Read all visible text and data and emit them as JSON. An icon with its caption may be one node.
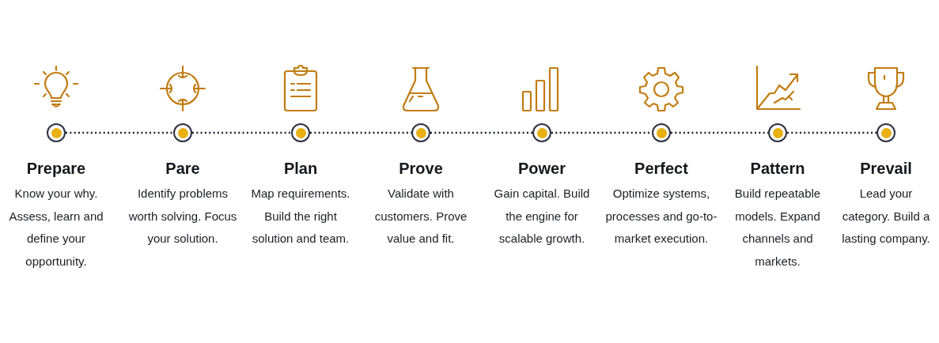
{
  "diagram": {
    "nodes": [
      {
        "text": [],
        "shape": "circle",
        "beside": [
          "Prepare",
          "Know your why. Assess, learn and define your opportunity."
        ]
      },
      {
        "text": [],
        "shape": "circle",
        "beside": [
          "Pare",
          "Identify problems worth solving. Focus your solution."
        ]
      },
      {
        "text": [],
        "shape": "circle",
        "beside": [
          "Plan",
          "Map requirements. Build the right solution and team."
        ]
      },
      {
        "text": [],
        "shape": "circle",
        "beside": [
          "Prove",
          "Validate with customers. Prove value and fit."
        ]
      },
      {
        "text": [],
        "shape": "circle",
        "beside": [
          "Power",
          "Gain capital. Build the engine for scalable growth."
        ]
      },
      {
        "text": [],
        "shape": "circle",
        "beside": [
          "Perfect",
          "Optimize systems, processes and go-to-market execution."
        ]
      },
      {
        "text": [],
        "shape": "circle",
        "beside": [
          "Pattern",
          "Build repeatable models. Expand channels and markets."
        ]
      },
      {
        "text": [],
        "shape": "circle",
        "beside": [
          "Prevail",
          "Lead your category. Build a lasting company."
        ]
      }
    ],
    "edges": [
      {
        "from": 0,
        "to": 1,
        "arrow": "none",
        "style": "dashed"
      },
      {
        "from": 1,
        "to": 2,
        "arrow": "none",
        "style": "dashed"
      },
      {
        "from": 2,
        "to": 3,
        "arrow": "none",
        "style": "dashed"
      },
      {
        "from": 3,
        "to": 4,
        "arrow": "none",
        "style": "dashed"
      },
      {
        "from": 4,
        "to": 5,
        "arrow": "none",
        "style": "dashed"
      },
      {
        "from": 5,
        "to": 6,
        "arrow": "none",
        "style": "dashed"
      },
      {
        "from": 6,
        "to": 7,
        "arrow": "none",
        "style": "dashed"
      }
    ]
  }
}
